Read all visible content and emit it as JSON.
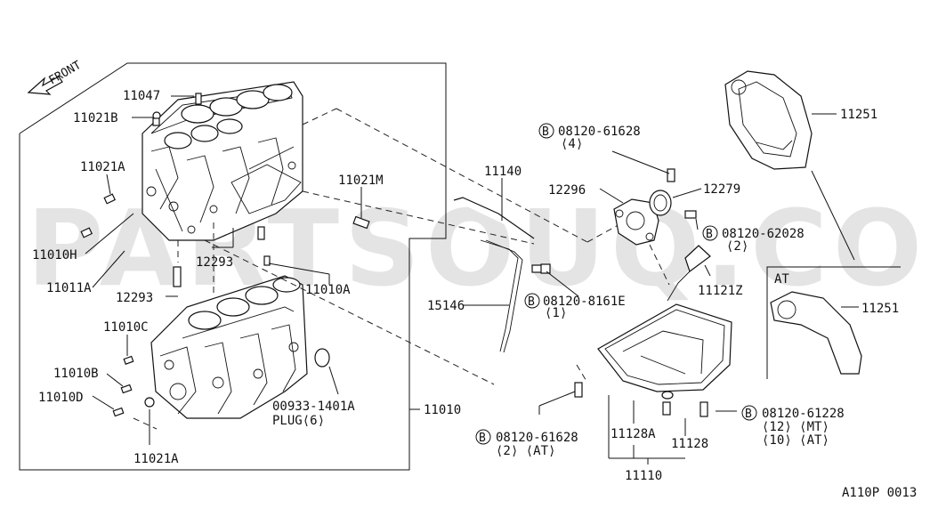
{
  "watermark": "PARTSOUQ.COM",
  "diagram_code": "A110P 0013",
  "front_label": "FRONT",
  "section_at": "AT",
  "labels": {
    "p11047": "11047",
    "p11021B": "11021B",
    "p11021A_top": "11021A",
    "p11021M": "11021M",
    "p11010H": "11010H",
    "p11011A": "11011A",
    "p12293_a": "12293",
    "p12293_b": "12293",
    "p11010A": "11010A",
    "p11010C": "11010C",
    "p11010B": "11010B",
    "p11010D": "11010D",
    "p00933": "00933-1401A",
    "plug": "PLUG⟨6⟩",
    "p11021A_bot": "11021A",
    "p11010": "11010",
    "p11140": "11140",
    "p15146": "15146",
    "p8161E": "08120-8161E",
    "p8161E_qty": "⟨1⟩",
    "p61628_top": "08120-61628",
    "p61628_top_qty": "⟨4⟩",
    "p12296": "12296",
    "p12279": "12279",
    "p62028": "08120-62028",
    "p62028_qty": "⟨2⟩",
    "p11121Z": "11121Z",
    "p11251_top": "11251",
    "p11251_at": "11251",
    "p61228": "08120-61228",
    "p61228_mt": "⟨12⟩ ⟨MT⟩",
    "p61228_at": "⟨10⟩ ⟨AT⟩",
    "p61628_bot": "08120-61628",
    "p61628_bot_qty": "⟨2⟩ ⟨AT⟩",
    "p11128A": "11128A",
    "p11128": "11128",
    "p11110": "11110",
    "bolt_marker": "B"
  }
}
